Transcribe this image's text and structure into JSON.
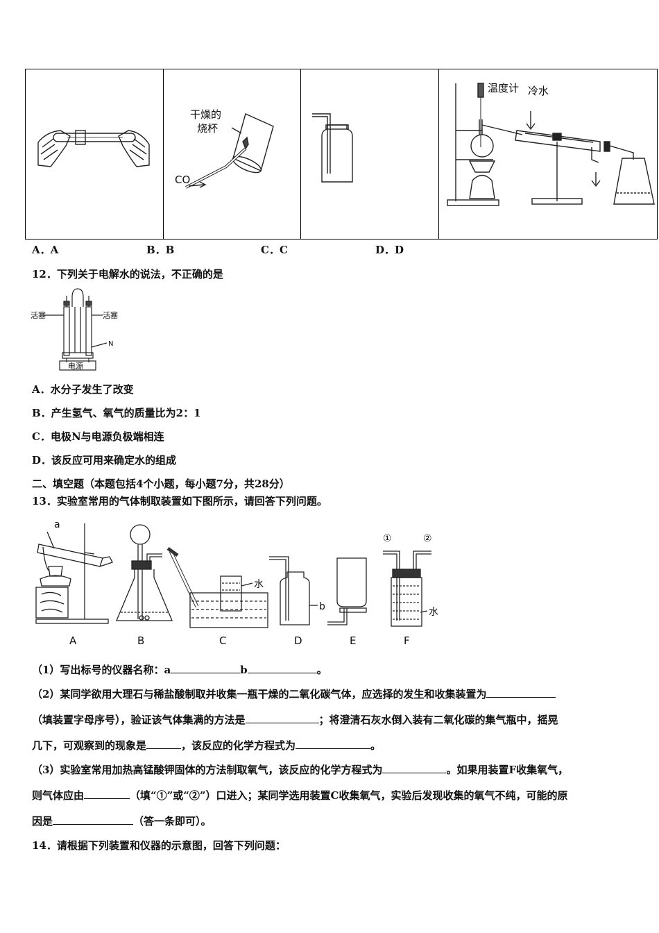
{
  "q11": {
    "figure_labels": {
      "b_label_line1": "干燥的",
      "b_label_line2": "烧杯",
      "co": "CO",
      "thermometer": "温度计",
      "cold_water": "冷水"
    },
    "options": [
      "A．A",
      "B．B",
      "C．C",
      "D．D"
    ]
  },
  "q12": {
    "stem": "12．下列关于电解水的说法，不正确的是",
    "figure_labels": {
      "left_valve": "活塞",
      "right_valve": "活塞",
      "n": "N",
      "power": "电源"
    },
    "options": [
      "A．水分子发生了改变",
      "B．产生氢气、氧气的质量比为2：1",
      "C．电极N与电源负极端相连",
      "D．该反应可用来确定水的组成"
    ]
  },
  "section2": {
    "heading": "二、填空题（本题包括4个小题，每小题7分，共28分）"
  },
  "q13": {
    "stem": "13．实验室常用的气体制取装置如下图所示，请回答下列问题。",
    "figure_labels": {
      "a": "a",
      "b": "b",
      "water_c": "水",
      "water_f": "水",
      "port1": "①",
      "port2": "②",
      "A": "A",
      "B": "B",
      "C": "C",
      "D": "D",
      "E": "E",
      "F": "F"
    },
    "p1": {
      "t1": "（1）写出标号的仪器名称：a",
      "t2": "b",
      "t3": "。"
    },
    "p2_line1": "（2）某同学欲用大理石与稀盐酸制取并收集一瓶干燥的二氧化碳气体，应选择的发生和收集装置为",
    "p2_line2": {
      "t1": "（填装置字母序号），验证该气体集满的方法是",
      "t2": "；将澄清石灰水倒入装有二氧化碳的集气瓶中，摇晃"
    },
    "p2_line3": {
      "t1": "几下，可观察到的现象是",
      "t2": "，该反应的化学方程式为",
      "t3": "。"
    },
    "p3_line1": {
      "t1": "（3）实验室常用加热高锰酸钾固体的方法制取氧气，该反应的化学方程式为",
      "t2": "。如果用装置F收集氧气，"
    },
    "p3_line2": {
      "t1": "则气体应由",
      "t2": "（填“①”或“②”）口进入；某同学选用装置C收集氧气，实验后发现收集的氧气不纯，可能的原"
    },
    "p3_line3": {
      "t1": "因是",
      "t2": "（答一条即可）。"
    }
  },
  "q14": {
    "stem": "14．请根据下列装置和仪器的示意图，回答下列问题："
  }
}
